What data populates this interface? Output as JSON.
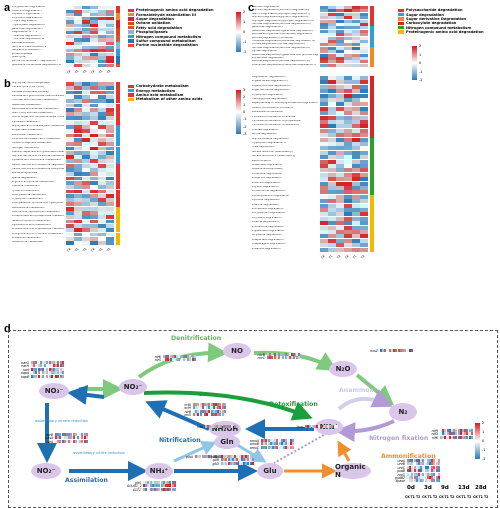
{
  "panel_labels": {
    "a": "a",
    "b": "b",
    "c": "c",
    "d": "d"
  },
  "panel_a": {
    "rows": [
      "L-tryptophan degradation",
      "L-leucine degradation I",
      "L-lysine, L-tryptophan ...",
      "L-tyrosine degradation I",
      "...lipid degradation",
      "...glyoxylate degradation",
      "galactose degradation I",
      "Degradation of ... V",
      "...alanine degradation ...",
      "...sucrose degradation III",
      "Lactose oxidation",
      "fatty acid beta-oxidation V",
      "fatty acid β-oxidation ...",
      "phospholipases",
      "urea cycle",
      "purine nucleotides ... degradation I",
      "guanosine nucleotides degradation III"
    ],
    "groups": [
      {
        "label": "Proteinogenic amino acid degradation",
        "color": "#e8322b"
      },
      {
        "label": "Formaldehyde assimilation III",
        "color": "#f08a24"
      },
      {
        "label": "Sugar degradation",
        "color": "#d62728"
      },
      {
        "label": "Octane oxidation",
        "color": "#e0461e"
      },
      {
        "label": "Fatty acid degradation",
        "color": "#e84e36"
      },
      {
        "label": "Phospholipases",
        "color": "#7fb8e0"
      },
      {
        "label": "Nitrogen compound metabolism",
        "color": "#2e9fd8"
      },
      {
        "label": "Sulfur compound metabolism",
        "color": "#1f77b4"
      },
      {
        "label": "Purine nucleotide degradation",
        "color": "#e84e36"
      }
    ],
    "cbar_ticks": [
      "2",
      "1",
      "0",
      "-1",
      "-2"
    ],
    "col_labels": [
      "CK",
      "T1",
      "T2",
      "CK",
      "T1",
      "T2"
    ]
  },
  "panel_b": {
    "rows": [
      "Glycolysis / Gluconeogenesis",
      "Citrate cycle (TCA cycle)",
      "Pentose phosphate pathway",
      "Pentose and glucuronate interconversions",
      "Fructose and mannose metabolism",
      "Galactose metabolism",
      "Ascorbate and aldarate metabolism",
      "Starch and sucrose metabolism",
      "Amino sugar and nucleotide sugar metabolism",
      "Pyruvate metabolism",
      "Glyoxylate and dicarboxylate metabolism",
      "Propanoate metabolism",
      "Butanoate metabolism",
      "C5-Branched dibasic acid metabolism",
      "Inositol phosphate metabolism",
      "Nitrogen metabolism",
      "Alanine, aspartate and glutamate metabolism",
      "Glycine, serine and threonine metabolism",
      "Cysteine and methionine metabolism",
      "Valine, leucine and isoleucine degradation",
      "Valine, leucine and isoleucine biosynthesis",
      "Lysine biosynthesis",
      "Lysine degradation",
      "Arginine and proline metabolism",
      "Histidine metabolism",
      "Tyrosine metabolism",
      "Phenylalanine metabolism",
      "Tryptophan metabolism",
      "Phenylalanine, tyrosine and tryptophan biosynthesis",
      "beta-Alanine metabolism",
      "Taurine and hypotaurine metabolism",
      "Phosphonate and phosphinate metabolism",
      "Selenocompound metabolism",
      "Cyanoamino acid metabolism",
      "D-Glutamine and D-glutamate metabolism",
      "D-Arginine and D-ornithine metabolism",
      "D-Alanine metabolism",
      "Glutathione metabolism"
    ],
    "groups": [
      {
        "label": "Carbohydrate metabolism",
        "color": "#e8322b"
      },
      {
        "label": "Energy metabolism",
        "color": "#2e9fd8"
      },
      {
        "label": "Amino acid metabolism",
        "color": "#e8322b"
      },
      {
        "label": "Metabolism of other amino acids",
        "color": "#f5b800"
      }
    ],
    "cbar_ticks": [
      "3",
      "2",
      "1",
      "0",
      "-1",
      "-2",
      "-3"
    ],
    "col_labels": [
      "CK",
      "T1",
      "T2",
      "CK",
      "T1",
      "T2"
    ]
  },
  "panel_c": {
    "groups": [
      {
        "label": "Polysaccharide degradation",
        "color": "#e8322b"
      },
      {
        "label": "Sugar degradation",
        "color": "#2e9fd8"
      },
      {
        "label": "Sugar derivative Degradation",
        "color": "#f08a24"
      },
      {
        "label": "Carboxylate degradation",
        "color": "#d62728"
      },
      {
        "label": "Nitrogen compound metabolism",
        "color": "#2ca02c"
      },
      {
        "label": "Proteinogenic amino acid degradation",
        "color": "#f5b800"
      }
    ],
    "rows_top": [
      "mannan degradation",
      "Glycine Degradation(Stickland degradation)",
      "Starch Degradation(Glycogen degradation I)",
      "Glycerol Degradation(glycerol degradation)",
      "Glycogen Degradation(glycogen degradation II)",
      "Sucrose Degradation(sucrose degradation III)",
      "galactose degradation I",
      "Galactose Degradation(galactose degradation)",
      "glucose and glucose-1-phosphate degradation",
      "glucose degradation (oxidative)",
      "Trehalose Degradation(trehalose degradation IV)",
      "Fucose Degradation(fucose degradation)",
      "Sucrose Degradation(sucrose degradation II)",
      "Xylose degradation",
      "Galactose Degradation(galactose and glucose degradation)",
      "L-arabinose degradation",
      "Lactose Degradation(lactose degradation III)",
      "Rhamnose Degradation(rhamnose degradation I)"
    ],
    "rows_bottom": [
      "Degradation degradation I",
      "D-galactarate degradation I",
      "D-galacturonate degradation I",
      "sugar derivative degradation",
      "Tryptophan degradation",
      "methylglyoxal degradation",
      "superpathway of N-acetylglucosamine degradation",
      "Inositol fermentation to butanol",
      "Butanoate fermentation",
      "Pyruvate fermentation to acetate",
      "Pyruvate fermentation to propanoate",
      "Pyruvate fermentation to isobutanol",
      "Ureides degradation",
      "Purine degradation",
      "Glycine betaine degradation",
      "Tryptophan degradation II",
      "Urea degradation",
      "Nitrate reduction (assimilatory)",
      "Nitrate reduction V (assimilatory)",
      "Denitrification",
      "Glutamate degradation",
      "Glutamine biosynthesis",
      "L-histidine degradation",
      "L-arginine degradation",
      "L-leucine degradation",
      "L-lysine degradation",
      "L-methionine degradation",
      "L-phenylalanine degradation",
      "L-proline degradation",
      "L-serine degradation",
      "L-threonine degradation",
      "L-tryptophan degradation",
      "L-tyrosine degradation",
      "L-valine degradation",
      "L-isoleucine degradation",
      "L-glutamate degradation",
      "L-cysteine degradation",
      "L-aspartate degradation",
      "L-asparagine degradation",
      "L-alanine degradation"
    ],
    "cbar_ticks": [
      "2",
      "1",
      "0",
      "-1",
      "-2"
    ],
    "col_labels": [
      "CK",
      "T1",
      "T2",
      "CK",
      "T1",
      "T2"
    ]
  },
  "panel_d": {
    "nodes": {
      "no3_top": "NO₃⁻",
      "no2_top": "NO₂⁻",
      "no": "NO",
      "n2o": "N₂O",
      "n2": "N₂",
      "nh2oh": "NH₂OH",
      "nh4_mid": "NH₄⁺",
      "gln": "Gln",
      "glu": "Glu",
      "no2_low": "NO₂⁻",
      "nh4_low": "NH₄⁺",
      "organic_n": "Organic N"
    },
    "processes": {
      "denitrification": "Denitrification",
      "detoxification": "Detoxification",
      "nitrification": "Nitrification",
      "nitrogen_fixation": "Nitrogen fixation",
      "anammox": "Anammox",
      "assimilation": "Assimilation",
      "ammonification": "Ammonification",
      "dnra": "DNRA"
    },
    "notes": {
      "assim_nitrate": "assimilatory nitrate reduction",
      "assim_nitrite": "assimilatory nitrite reduction"
    },
    "genes": {
      "nar": [
        "narG",
        "narH",
        "narI",
        "napA",
        "napB"
      ],
      "nir": [
        "nirK",
        "nirS"
      ],
      "nor": [
        "norB",
        "norC"
      ],
      "nos": [
        "nosZ"
      ],
      "nif": [
        "nifH",
        "nifD",
        "nifK"
      ],
      "nrf": [
        "nrfA",
        "nrfH",
        "nirB",
        "nirD"
      ],
      "hao": [
        "hao"
      ],
      "amo": [
        "amoA",
        "amoB",
        "amoC"
      ],
      "hzs": [
        "hcp"
      ],
      "nas": [
        "narB",
        "nasA",
        "nirA"
      ],
      "gln": [
        "glnA"
      ],
      "gdh": [
        "gdhA",
        "gltB",
        "gltD"
      ],
      "gs": [
        "gltS",
        "GLUD1_2",
        "GLT1"
      ],
      "amm": [
        "ureA",
        "ureB",
        "ureC",
        "gudB",
        "rocG",
        "gudB2",
        "lipase"
      ]
    },
    "cbar_ticks": [
      "2",
      "1",
      "0",
      "-1",
      "-2"
    ],
    "days": [
      "0d",
      "3d",
      "9d",
      "13d",
      "28d"
    ],
    "subcols": [
      "CK",
      "T1",
      "T2"
    ]
  },
  "colors": {
    "red": "#d7191c",
    "blue": "#2c7bb6",
    "white": "#ffffff",
    "node": "#d9c6e8"
  }
}
